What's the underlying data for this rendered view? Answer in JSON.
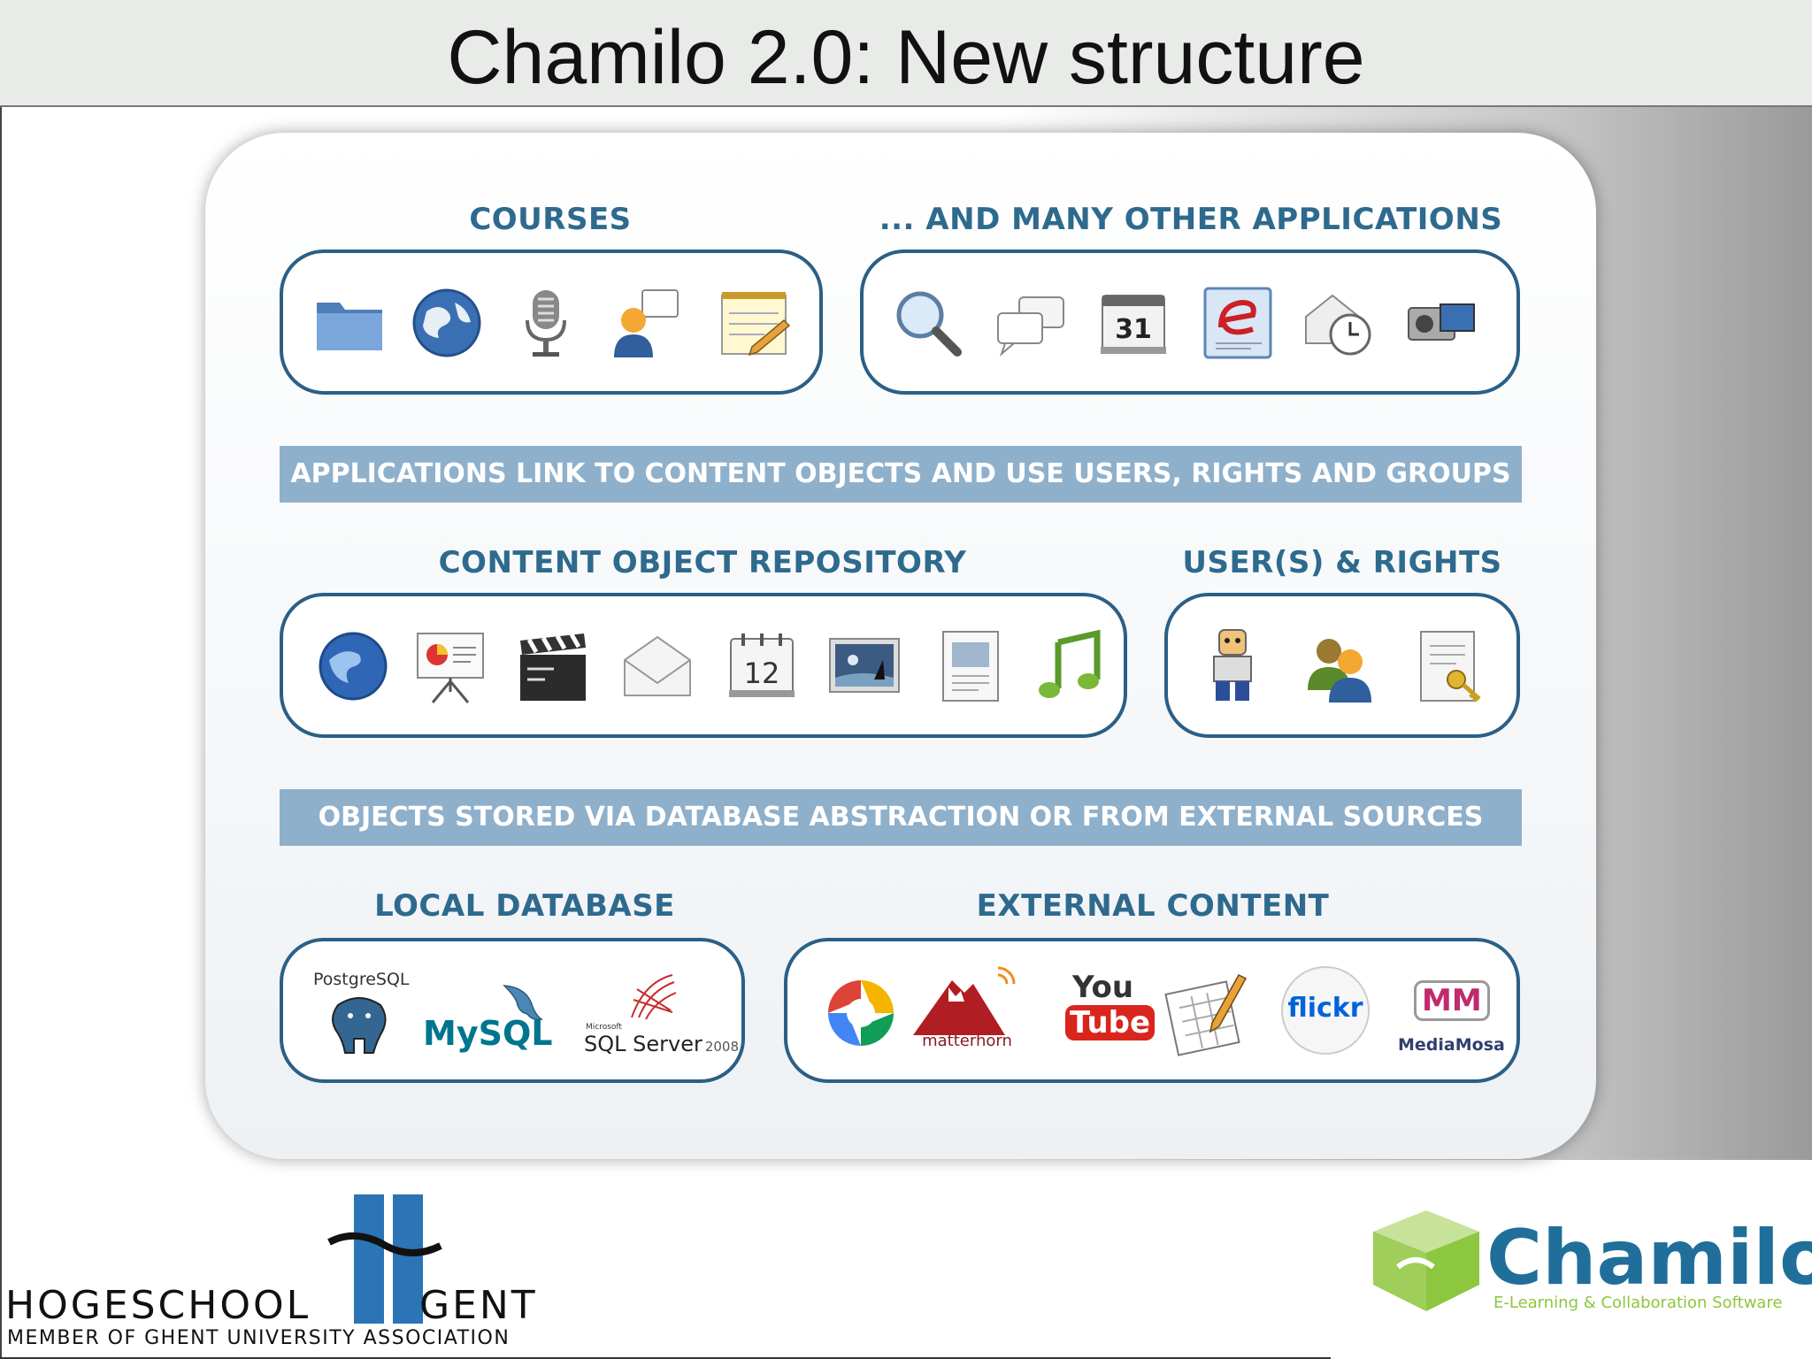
{
  "slide": {
    "title": "Chamilo 2.0: New structure"
  },
  "sections": {
    "courses": "COURSES",
    "other_apps": "... AND MANY OTHER APPLICATIONS",
    "repository": "CONTENT OBJECT REPOSITORY",
    "users_rights": "USER(S) & RIGHTS",
    "local_db": "LOCAL DATABASE",
    "external": "EXTERNAL CONTENT"
  },
  "bands": {
    "apps_link": "APPLICATIONS LINK TO CONTENT OBJECTS AND USE USERS, RIGHTS AND GROUPS",
    "objects_stored": "OBJECTS STORED VIA DATABASE ABSTRACTION OR FROM EXTERNAL SOURCES"
  },
  "icons": {
    "courses": [
      "folder-icon",
      "globe-icon",
      "microphone-icon",
      "user-chat-icon",
      "notepad-pencil-icon"
    ],
    "other_apps": [
      "magnifier-icon",
      "chat-bubbles-icon",
      "calendar-31-icon",
      "e-document-icon",
      "mail-clock-icon",
      "video-camera-icon"
    ],
    "repository": [
      "globe-icon",
      "presentation-icon",
      "clapperboard-icon",
      "envelope-icon",
      "calendar-12-icon",
      "picture-icon",
      "document-image-icon",
      "music-note-icon"
    ],
    "users_rights": [
      "robot-user-icon",
      "user-group-icon",
      "document-key-icon"
    ]
  },
  "calendar_labels": {
    "apps": "31",
    "repository": "12"
  },
  "databases": {
    "postgres": "PostgreSQL",
    "mysql": "MySQL",
    "sqlserver_brand": "Microsoft",
    "sqlserver": "SQL Server",
    "sqlserver_year": "2008"
  },
  "external": {
    "matterhorn": "matterhorn",
    "youtube_you": "You",
    "youtube_tube": "Tube",
    "flickr": "flickr",
    "mediamosa_mark": "MM",
    "mediamosa": "MediaMosa"
  },
  "footer": {
    "school_left": "HOGESCHOOL",
    "school_right": "GENT",
    "school_sub": "MEMBER OF GHENT UNIVERSITY ASSOCIATION",
    "chamilo": "Chamilo",
    "chamilo_tagline": "E-Learning & Collaboration Software"
  },
  "colors": {
    "section_title": "#2e6a8e",
    "box_border": "#2b5f86",
    "band": "#8fb0cb",
    "chamilo_blue": "#1f6f9a",
    "chamilo_green": "#8dc63f"
  }
}
